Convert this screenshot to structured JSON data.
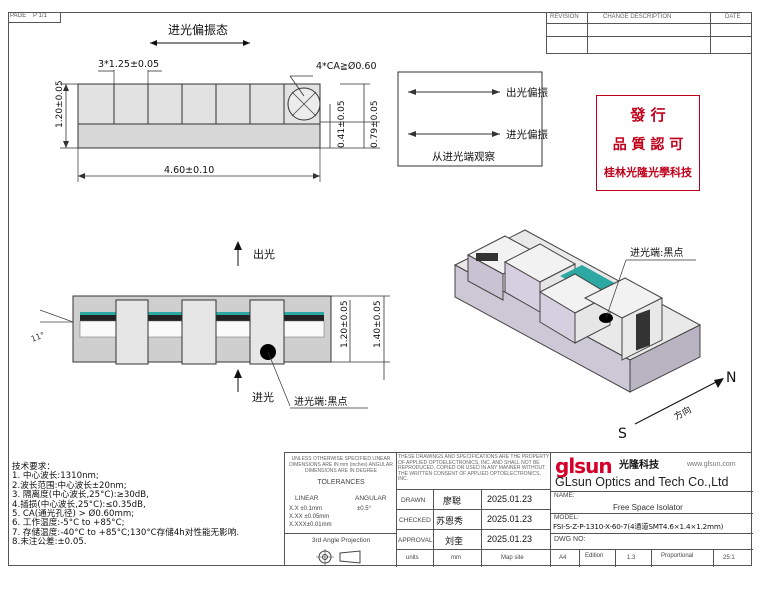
{
  "page_label": {
    "page": "PAGE",
    "num": "P 1/1"
  },
  "revision_table": {
    "revision": "REVISION",
    "change": "CHANGE DESCRIPTION",
    "date": "DATE"
  },
  "top_view": {
    "title": "进光偏振态",
    "dim_pitch": "3*1.25±0.05",
    "dim_ca": "4*CA≧Ø0.60",
    "dim_height_left": "1.20±0.05",
    "dim_base": "0.41±0.05",
    "dim_total": "0.79±0.05",
    "dim_length": "4.60±0.10"
  },
  "pol_legend": {
    "out_label": "出光偏振",
    "in_label": "进光偏振",
    "caption": "从进光端观察"
  },
  "stamp": {
    "line1": "發  行",
    "line2": "品 質 認 可",
    "line3": "桂林光隆光學科技"
  },
  "bottom_view": {
    "out_label": "出光",
    "in_label": "进光",
    "in_end_label": "进光端:黑点",
    "dim_h1": "1.20±0.05",
    "dim_h2": "1.40±0.05",
    "angle": "11°"
  },
  "iso_view": {
    "in_end_label": "进光端:黑点",
    "n_label": "N",
    "s_label": "S",
    "dir_label": "方向"
  },
  "requirements": {
    "title": "技术要求：",
    "items": [
      "1. 中心波长:1310nm;",
      "2.波长范围:中心波长±20nm;",
      "3. 隔离度(中心波长,25°C):≥30dB,",
      "4.插损(中心波长,25°C):≤0.35dB,",
      "5. CA(通光孔径) > Ø0.60mm;",
      "6. 工作温度:-5°C to +85°C;",
      "7. 存储温度:-40°C to +85°C;130°C存储4h对性能无影响.",
      "8.未注公差:±0.05."
    ]
  },
  "title_block": {
    "unless": "UNLESS OTHERWISE SPECIFIED LINEAR DIMENSIONS ARE IN mm (inches) ANGULAR DIMENSIONS ARE IN DEGREE",
    "tolerances": "TOLERANCES",
    "linear": "LINEAR",
    "angular": "ANGULAR",
    "tol1": "X.X   ±0.1mm",
    "tol_ang": "±0.5°",
    "tol2": "X.XX  ±0.05mm",
    "tol3": "X.XXX±0.01mm",
    "projection": "3rd Angle Projection",
    "property": "THESE DRAWINGS AND SPECIFICATIONS ARE THE PROPERTY OF APPLIED OPTOELECTRONICS, INC. AND SHALL NOT BE REPRODUCED, COPIED OR USED IN ANY MANNER WITHOUT THE WRITTEN CONSENT OF APPLIED OPTOELECTRONICS, INC.",
    "drawn": "DRAWN",
    "drawn_name": "廖聪",
    "drawn_date": "2025.01.23",
    "checked": "CHECKED",
    "checked_name": "苏恩秀",
    "checked_date": "2025.01.23",
    "approval": "APPROVAL",
    "approval_name": "刘奎",
    "approval_date": "2025.01.23",
    "units": "units",
    "units_val": "mm",
    "map_site": "Map site",
    "logo_text": "glsun",
    "logo_cn": "光隆科技",
    "website": "www.glsun.com",
    "company": "GLsun Optics and Tech Co.,Ltd",
    "name_label": "NAME:",
    "name_val": "Free Space Isolator",
    "model_label": "MODEL:",
    "model_val": "FSI-S-Z-P-1310-X-60-7(4通道SMT4.6×1.4×1.2mm)",
    "dwg_label": "DWG NO:",
    "size": "A4",
    "edition": "Edition",
    "edition_val": "1.3",
    "proportional": "Proportional",
    "scale": "25:1"
  }
}
